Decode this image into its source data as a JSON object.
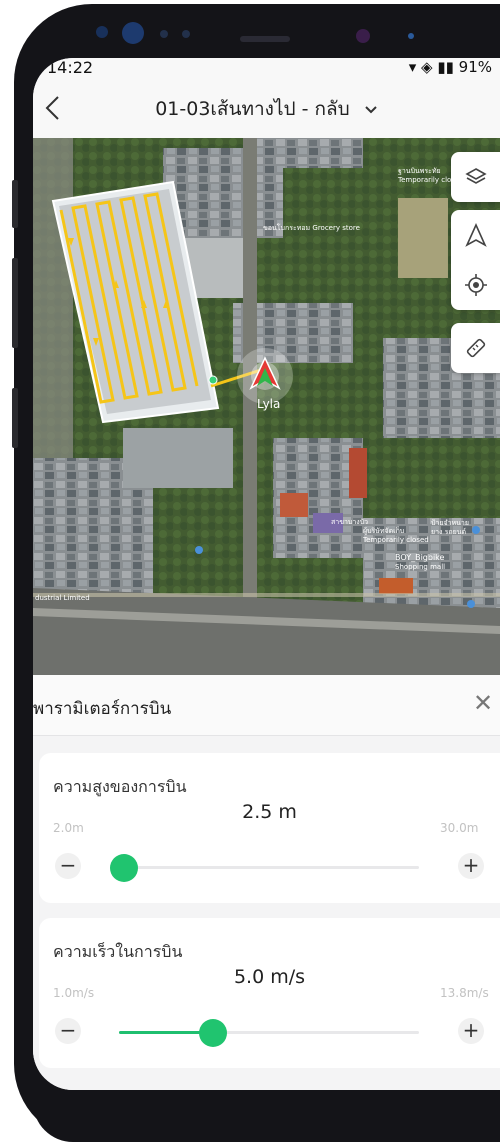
{
  "status_bar": {
    "time": "14:22",
    "battery": "91%"
  },
  "header": {
    "title": "01-03เส้นทางไป - กลับ"
  },
  "map": {
    "labels": [
      "ฐานบินพระทัย",
      "Temporarily closed",
      "ขอนโบกระทอม Grocery store",
      "Lyla",
      "ผู้บริษัทจัดเก็บ",
      "Temporarily closed",
      "BOY_Bigbike",
      "Shopping mall",
      "ป้ายจำหนาย",
      "ยาง รถยนต์",
      "สาขาบางบัว",
      "dustrial Limited"
    ]
  },
  "panel": {
    "title": "พารามิเตอร์การบิน",
    "altitude": {
      "label": "ความสูงของการบิน",
      "value": "2.5 m",
      "min": "2.0m",
      "max": "30.0m",
      "level": 0.018
    },
    "speed": {
      "label": "ความเร็วในการบิน",
      "value": "5.0 m/s",
      "min": "1.0m/s",
      "max": "13.8m/s",
      "level": 0.3125
    }
  },
  "colors": {
    "accent": "#20c46f",
    "route": "#f5c518",
    "marker": "#e53935"
  }
}
